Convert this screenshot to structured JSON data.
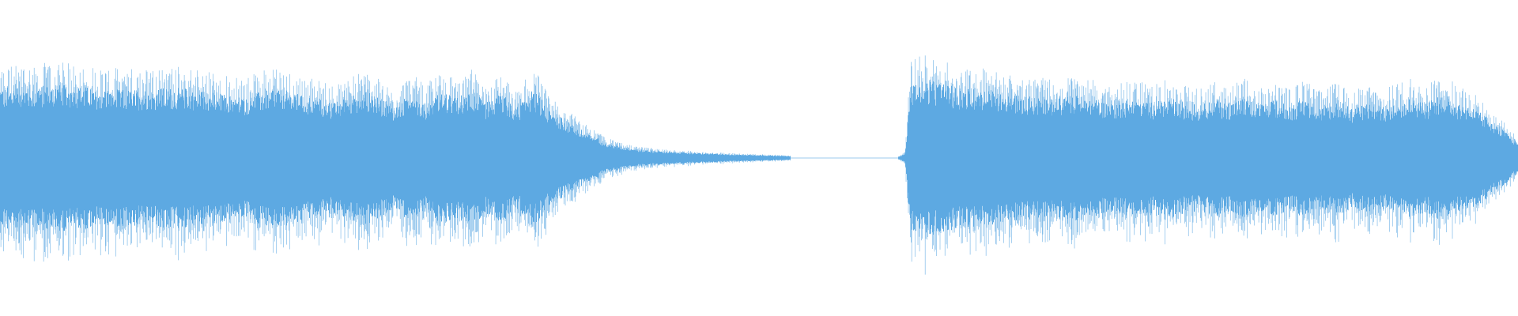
{
  "waveform": {
    "color": "#5DA9E2",
    "background": "#FFFFFF",
    "segments": [
      {
        "name": "segment-1",
        "start_fraction": 0.0,
        "end_fraction": 0.52,
        "envelope": [
          [
            0.0,
            0.28
          ],
          [
            0.04,
            0.29
          ],
          [
            0.08,
            0.27
          ],
          [
            0.12,
            0.28
          ],
          [
            0.14,
            0.26
          ],
          [
            0.16,
            0.24
          ],
          [
            0.18,
            0.28
          ],
          [
            0.2,
            0.25
          ],
          [
            0.22,
            0.22
          ],
          [
            0.24,
            0.27
          ],
          [
            0.26,
            0.2
          ],
          [
            0.27,
            0.26
          ],
          [
            0.28,
            0.22
          ],
          [
            0.29,
            0.26
          ],
          [
            0.3,
            0.24
          ],
          [
            0.31,
            0.27
          ],
          [
            0.32,
            0.22
          ],
          [
            0.33,
            0.26
          ],
          [
            0.34,
            0.2
          ],
          [
            0.35,
            0.27
          ],
          [
            0.355,
            0.25
          ],
          [
            0.36,
            0.2
          ],
          [
            0.37,
            0.16
          ],
          [
            0.38,
            0.12
          ],
          [
            0.39,
            0.09
          ],
          [
            0.4,
            0.06
          ],
          [
            0.41,
            0.045
          ],
          [
            0.42,
            0.035
          ],
          [
            0.44,
            0.025
          ],
          [
            0.46,
            0.02
          ],
          [
            0.48,
            0.015
          ],
          [
            0.5,
            0.012
          ],
          [
            0.52,
            0.008
          ]
        ]
      },
      {
        "name": "segment-2",
        "start_fraction": 0.592,
        "end_fraction": 1.0,
        "envelope": [
          [
            0.592,
            0.005
          ],
          [
            0.596,
            0.02
          ],
          [
            0.6,
            0.3
          ],
          [
            0.61,
            0.31
          ],
          [
            0.63,
            0.28
          ],
          [
            0.65,
            0.27
          ],
          [
            0.67,
            0.25
          ],
          [
            0.69,
            0.24
          ],
          [
            0.71,
            0.25
          ],
          [
            0.73,
            0.22
          ],
          [
            0.75,
            0.24
          ],
          [
            0.76,
            0.22
          ],
          [
            0.77,
            0.24
          ],
          [
            0.78,
            0.22
          ],
          [
            0.79,
            0.21
          ],
          [
            0.8,
            0.23
          ],
          [
            0.81,
            0.22
          ],
          [
            0.82,
            0.24
          ],
          [
            0.83,
            0.21
          ],
          [
            0.84,
            0.23
          ],
          [
            0.85,
            0.21
          ],
          [
            0.86,
            0.24
          ],
          [
            0.87,
            0.2
          ],
          [
            0.88,
            0.23
          ],
          [
            0.89,
            0.2
          ],
          [
            0.9,
            0.22
          ],
          [
            0.91,
            0.2
          ],
          [
            0.92,
            0.23
          ],
          [
            0.93,
            0.24
          ],
          [
            0.94,
            0.22
          ],
          [
            0.95,
            0.26
          ],
          [
            0.96,
            0.22
          ],
          [
            0.97,
            0.2
          ],
          [
            0.98,
            0.16
          ],
          [
            0.99,
            0.11
          ],
          [
            1.0,
            0.06
          ]
        ]
      }
    ]
  }
}
